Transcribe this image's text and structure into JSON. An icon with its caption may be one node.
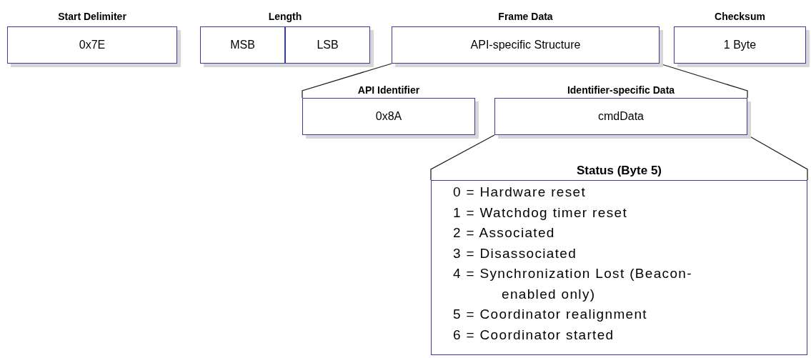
{
  "diagram": {
    "nodes": [
      {
        "text": [
          "Start Delimiter",
          "0x7E"
        ]
      },
      {
        "text": [
          "Length"
        ]
      },
      {
        "text": [
          "MSB"
        ],
        "in": 1
      },
      {
        "text": [
          "LSB"
        ],
        "in": 1
      },
      {
        "text": [
          "Frame Data",
          "API-specific Structure"
        ]
      },
      {
        "text": [
          "Checksum",
          "1 Byte"
        ]
      },
      {
        "text": [
          "API Identifier",
          "0x8A"
        ]
      },
      {
        "text": [
          "Identifier-specific Data",
          "cmdData"
        ]
      },
      {
        "text": [
          "Status (Byte 5)",
          "0 = Hardware reset",
          "1 = Watchdog timer reset",
          "2 = Associated",
          "3 = Disassociated",
          "4 = Synchronization Lost (Beacon-enabled only)",
          "5 = Coordinator realignment",
          "6 = Coordinator started"
        ]
      }
    ],
    "edges": [
      {
        "from": 4,
        "to": 6,
        "arrow": "none"
      },
      {
        "from": 4,
        "to": 7,
        "arrow": "none"
      },
      {
        "from": 7,
        "to": 8,
        "arrow": "none"
      },
      {
        "from": 7,
        "to": 8,
        "arrow": "none"
      }
    ]
  }
}
